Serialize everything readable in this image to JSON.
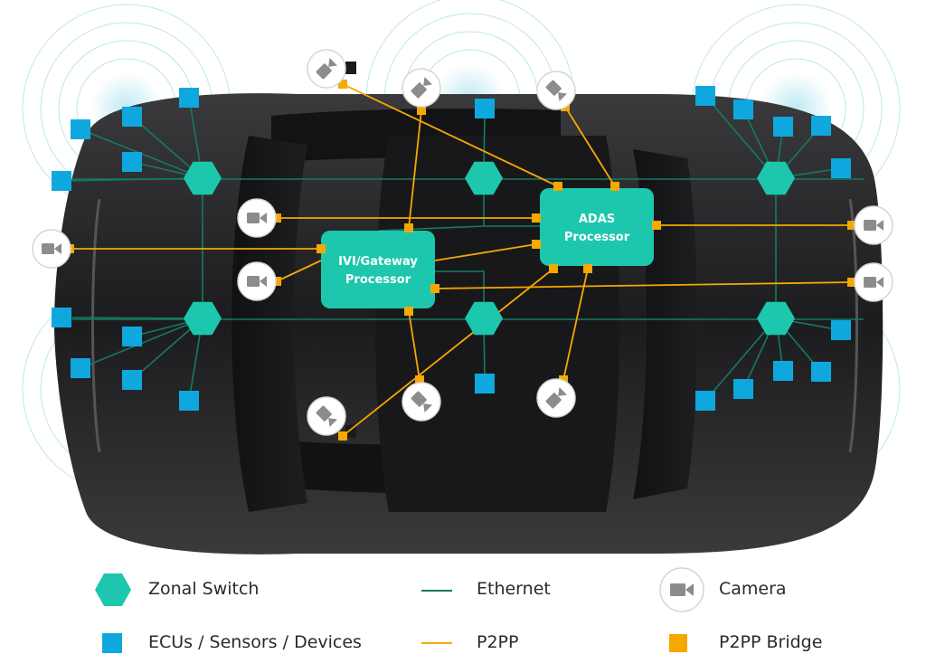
{
  "processors": {
    "adas": {
      "line1": "ADAS",
      "line2": "Processor"
    },
    "ivi": {
      "line1": "IVI/Gateway",
      "line2": "Processor"
    }
  },
  "legend": {
    "zonal_switch": "Zonal Switch",
    "ecus": "ECUs / Sensors / Devices",
    "ethernet": "Ethernet",
    "p2pp": "P2PP",
    "camera": "Camera",
    "p2pp_bridge": "P2PP Bridge"
  },
  "colors": {
    "zonal_switch": "#1cc7ad",
    "processor": "#1cc7ad",
    "ecu": "#0fa8de",
    "ethernet": "#157a64",
    "p2pp": "#f5a800",
    "bridge": "#f5a800",
    "camera_bg": "#ffffff",
    "camera_icon": "#8c8c8c",
    "car_body": "#2b2b2d",
    "radar_ring": "#9fdbe9"
  },
  "icons": {
    "zonal_switch": "hexagon-icon",
    "ecu": "square-icon",
    "camera": "video-camera-icon",
    "bridge": "square-icon"
  }
}
